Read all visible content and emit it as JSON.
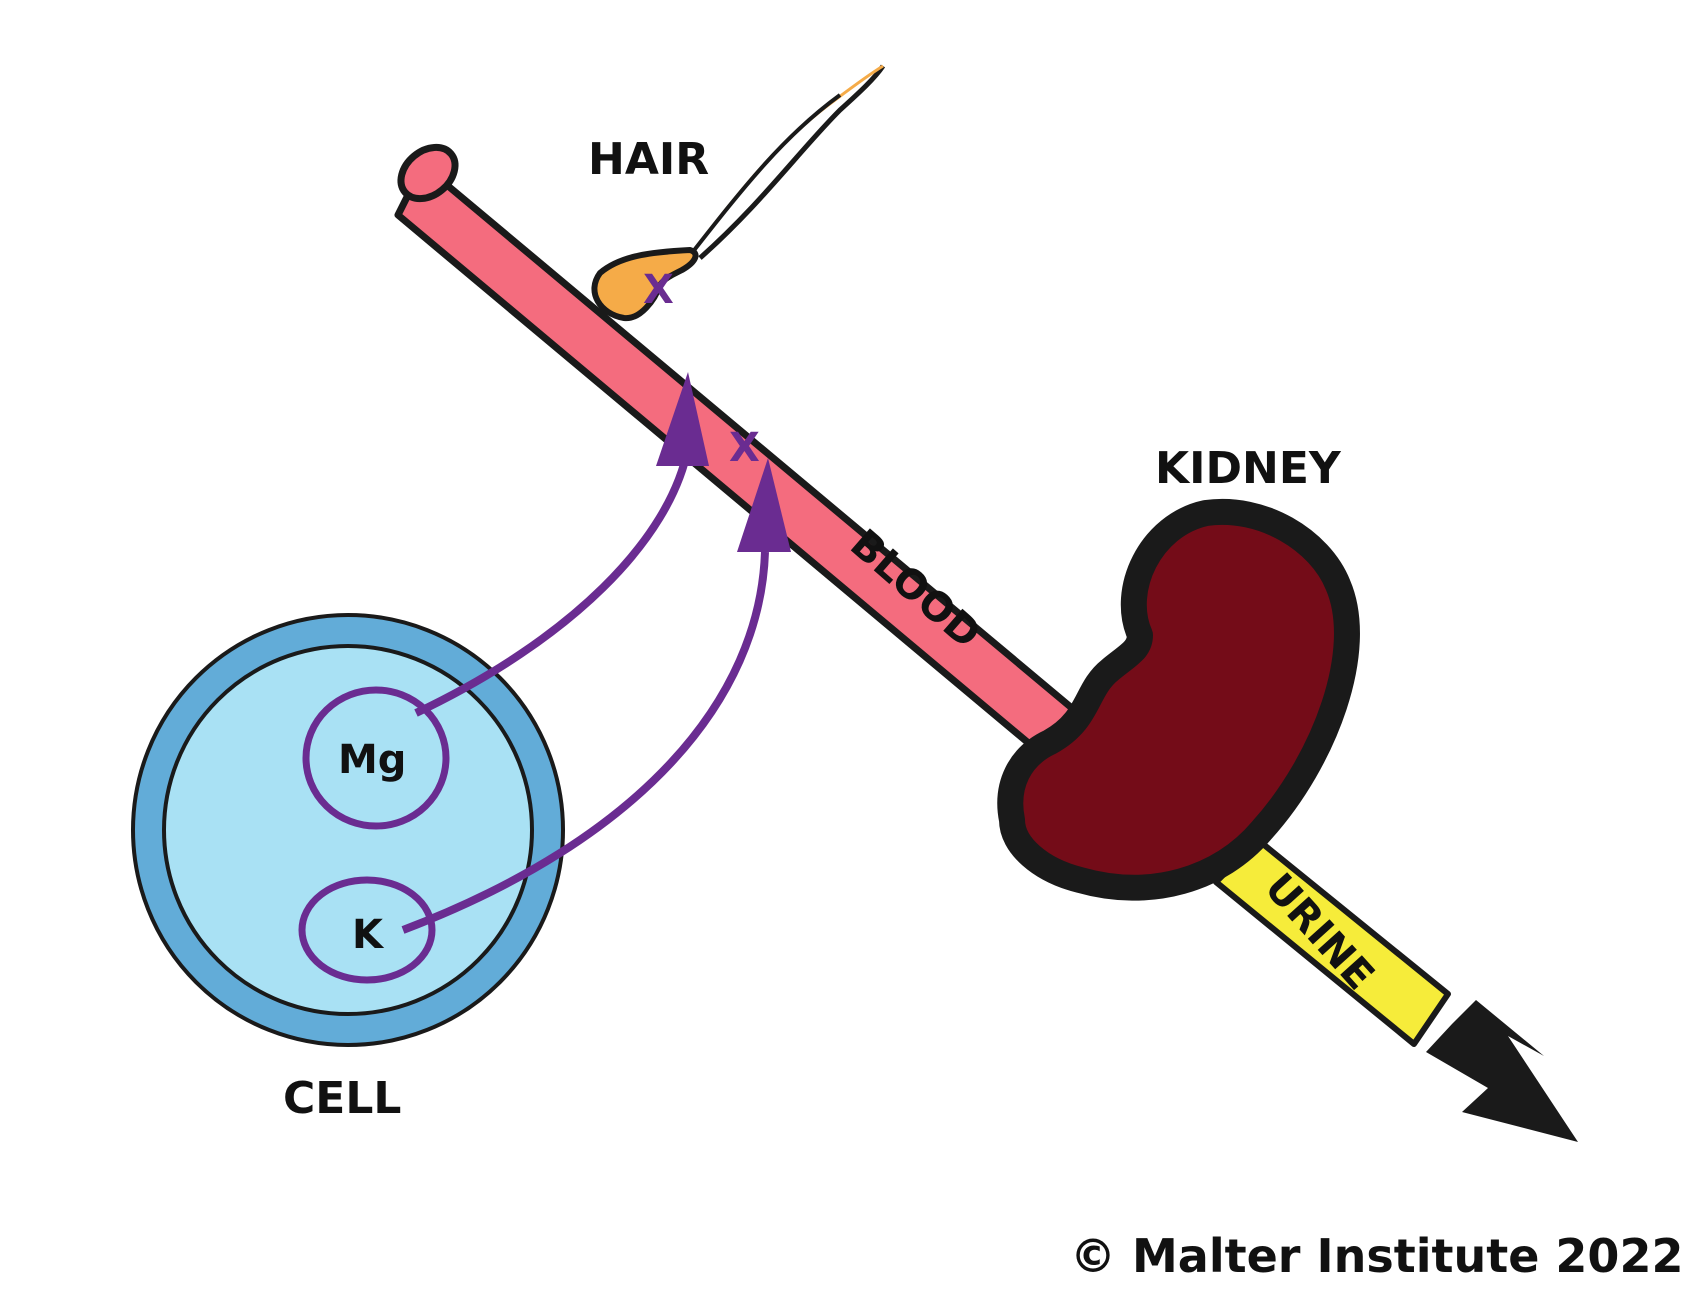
{
  "labels": {
    "hair": "HAIR",
    "kidney": "KIDNEY",
    "cell": "CELL",
    "blood": "BLOOD",
    "urine": "URINE",
    "mg": "Mg",
    "k": "K",
    "x_hair": "X",
    "x_blood": "X"
  },
  "copyright": "© Malter Institute 2022",
  "colors": {
    "blood_vessel": "#f46c7e",
    "urine_tube": "#f6ec3a",
    "kidney": "#740c18",
    "cell_outer": "#62acd8",
    "cell_inner": "#a9e1f4",
    "arrows": "#6a2c91",
    "hair_follicle": "#f5ab48",
    "outline": "#1a1a1a"
  }
}
